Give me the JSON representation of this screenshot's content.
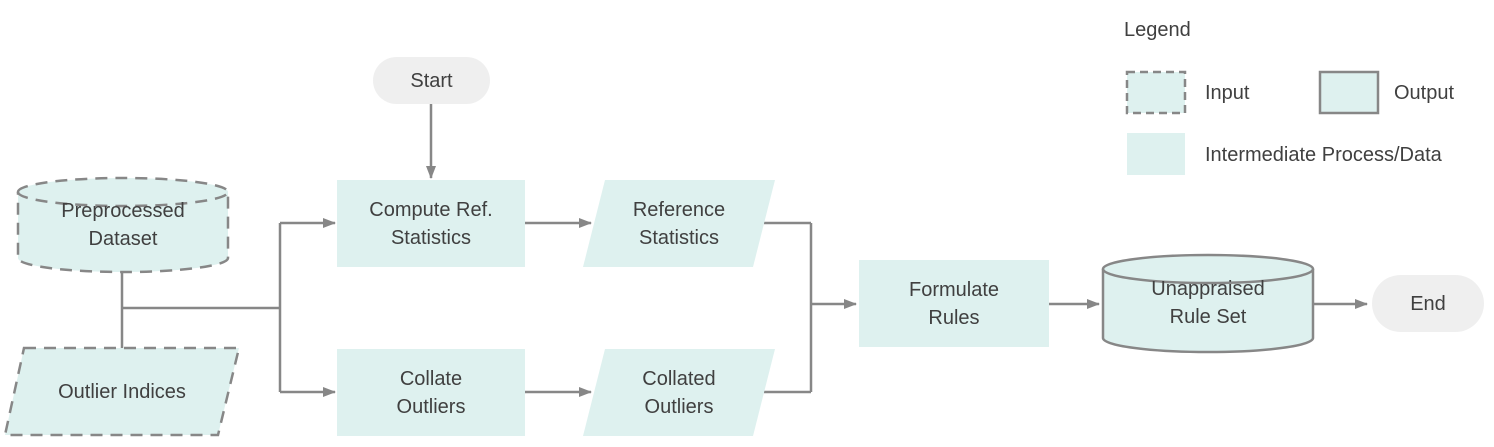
{
  "colors": {
    "node_fill": "#def1ef",
    "terminal_fill": "#efefef",
    "stroke_gray": "#878787",
    "text": "#404040"
  },
  "nodes": {
    "start": {
      "label": "Start",
      "shape": "terminal"
    },
    "preprocessed_dataset": {
      "label": "Preprocessed\nDataset",
      "shape": "cylinder",
      "role": "input"
    },
    "outlier_indices": {
      "label": "Outlier Indices",
      "shape": "parallelogram",
      "role": "input"
    },
    "compute_ref_statistics": {
      "label": "Compute Ref.\nStatistics",
      "shape": "process",
      "role": "intermediate"
    },
    "reference_statistics": {
      "label": "Reference\nStatistics",
      "shape": "parallelogram",
      "role": "intermediate"
    },
    "collate_outliers": {
      "label": "Collate\nOutliers",
      "shape": "process",
      "role": "intermediate"
    },
    "collated_outliers": {
      "label": "Collated\nOutliers",
      "shape": "parallelogram",
      "role": "intermediate"
    },
    "formulate_rules": {
      "label": "Formulate\nRules",
      "shape": "process",
      "role": "intermediate"
    },
    "unappraised_rule_set": {
      "label": "Unappraised\nRule Set",
      "shape": "cylinder",
      "role": "output"
    },
    "end": {
      "label": "End",
      "shape": "terminal"
    }
  },
  "legend": {
    "title": "Legend",
    "items": [
      {
        "label": "Input",
        "swatch": "dashed-border"
      },
      {
        "label": "Output",
        "swatch": "solid-border"
      },
      {
        "label": "Intermediate Process/Data",
        "swatch": "fill-only"
      }
    ]
  }
}
